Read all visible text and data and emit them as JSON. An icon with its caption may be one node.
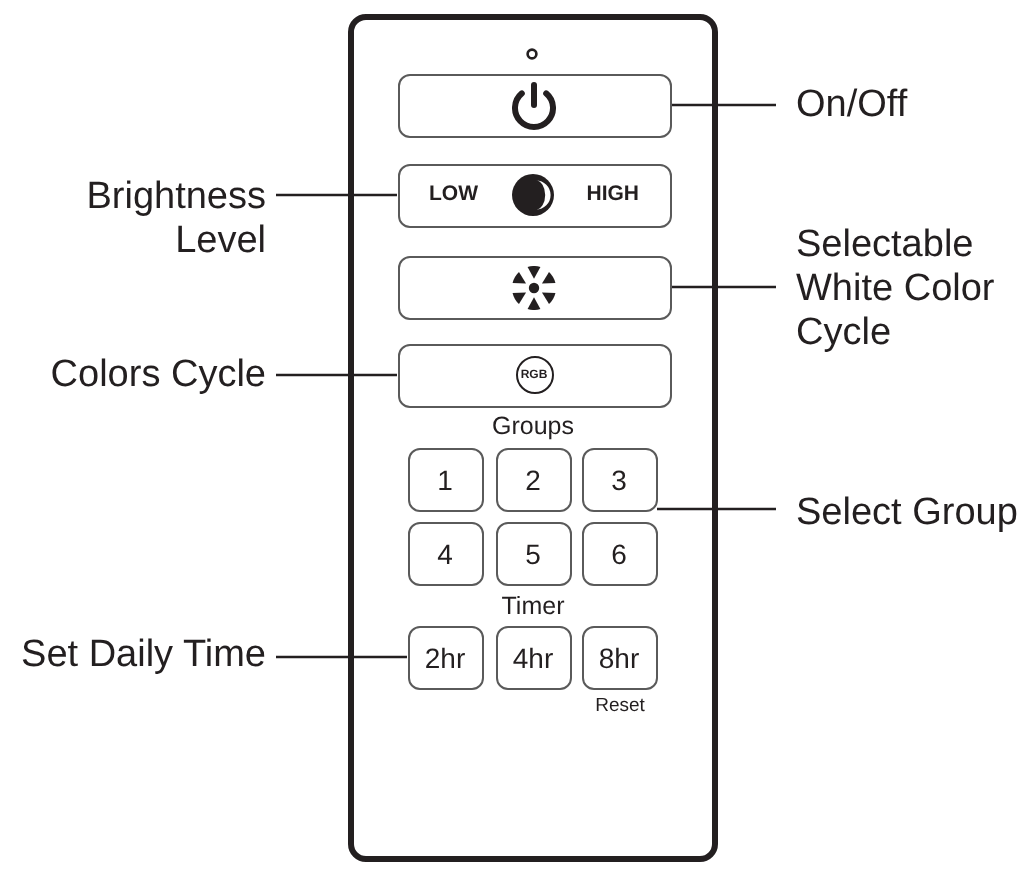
{
  "diagram": {
    "nodes": [
      {
        "text": [
          "Groups",
          "Timer"
        ]
      },
      {
        "text": [],
        "shape": "box",
        "in": 0
      },
      {
        "text": [
          "LOW",
          "HIGH"
        ],
        "in": 0
      },
      {
        "text": [],
        "shape": "box",
        "in": 0
      },
      {
        "text": [
          "RGB"
        ],
        "in": 0
      },
      {
        "text": [
          "1"
        ],
        "in": 0
      },
      {
        "text": [
          "2"
        ],
        "in": 0
      },
      {
        "text": [
          "3"
        ],
        "in": 0
      },
      {
        "text": [
          "4"
        ],
        "in": 0
      },
      {
        "text": [
          "5"
        ],
        "in": 0
      },
      {
        "text": [
          "6"
        ],
        "in": 0
      },
      {
        "text": [
          "2hr"
        ],
        "in": 0
      },
      {
        "text": [
          "4hr"
        ],
        "in": 0
      },
      {
        "text": [
          "8hr"
        ],
        "in": 0,
        "beside": [
          "Reset"
        ]
      },
      {
        "text": [
          "On/Off"
        ]
      },
      {
        "text": [
          "Brightness Level"
        ]
      },
      {
        "text": [
          "Selectable White Color Cycle"
        ]
      },
      {
        "text": [
          "Colors Cycle"
        ]
      },
      {
        "text": [
          "Select Group"
        ]
      },
      {
        "text": [
          "Set Daily Time"
        ]
      }
    ],
    "edges": [
      {
        "from": 14,
        "to": 1,
        "arrow": "none"
      },
      {
        "from": 15,
        "to": 2,
        "arrow": "none"
      },
      {
        "from": 16,
        "to": 3,
        "arrow": "none"
      },
      {
        "from": 17,
        "to": 4,
        "arrow": "none"
      },
      {
        "from": 18,
        "to": 7,
        "arrow": "none"
      },
      {
        "from": 19,
        "to": 11,
        "arrow": "none"
      }
    ]
  }
}
